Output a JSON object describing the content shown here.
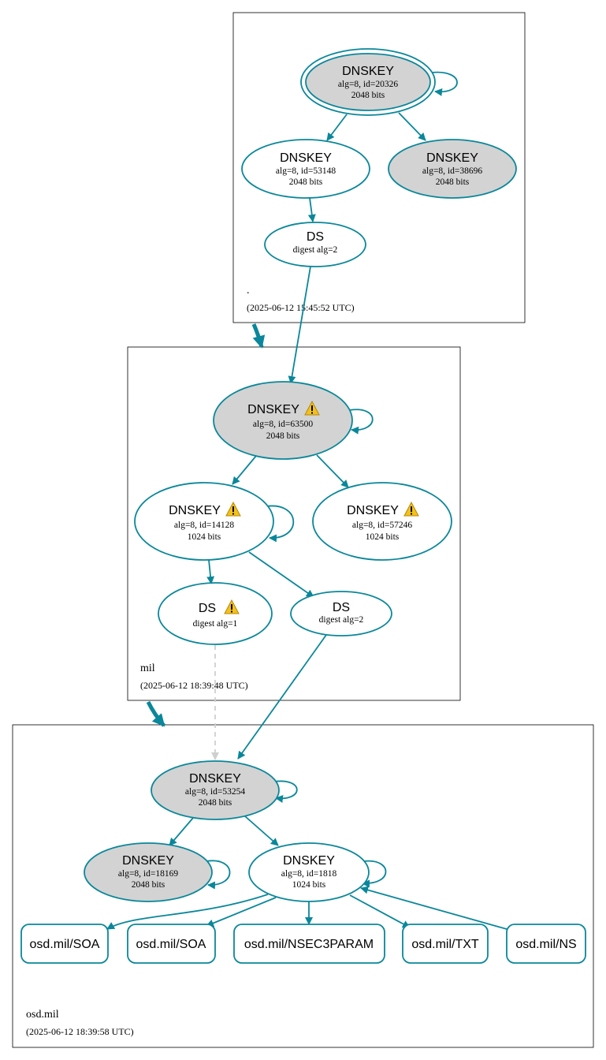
{
  "colors": {
    "edge": "#0a879a",
    "dashed": "#cfcfcf",
    "node_fill_gray": "#d3d3d3",
    "warning": "#f2c21b"
  },
  "zones": [
    {
      "name": ".",
      "timestamp": "(2025-06-12 15:45:52 UTC)"
    },
    {
      "name": "mil",
      "timestamp": "(2025-06-12 18:39:48 UTC)"
    },
    {
      "name": "osd.mil",
      "timestamp": "(2025-06-12 18:39:58 UTC)"
    }
  ],
  "nodes": {
    "root_ksk": {
      "title": "DNSKEY",
      "line1": "alg=8, id=20326",
      "line2": "2048 bits"
    },
    "root_zsk1": {
      "title": "DNSKEY",
      "line1": "alg=8, id=53148",
      "line2": "2048 bits"
    },
    "root_zsk2": {
      "title": "DNSKEY",
      "line1": "alg=8, id=38696",
      "line2": "2048 bits"
    },
    "root_ds": {
      "title": "DS",
      "line1": "digest alg=2"
    },
    "mil_ksk": {
      "title": "DNSKEY",
      "line1": "alg=8, id=63500",
      "line2": "2048 bits",
      "icon": "warning-icon"
    },
    "mil_zsk1": {
      "title": "DNSKEY",
      "line1": "alg=8, id=14128",
      "line2": "1024 bits",
      "icon": "warning-icon"
    },
    "mil_zsk2": {
      "title": "DNSKEY",
      "line1": "alg=8, id=57246",
      "line2": "1024 bits",
      "icon": "warning-icon"
    },
    "mil_ds1": {
      "title": "DS",
      "line1": "digest alg=1",
      "icon": "warning-icon"
    },
    "mil_ds2": {
      "title": "DS",
      "line1": "digest alg=2"
    },
    "osd_ksk": {
      "title": "DNSKEY",
      "line1": "alg=8, id=53254",
      "line2": "2048 bits"
    },
    "osd_key2": {
      "title": "DNSKEY",
      "line1": "alg=8, id=18169",
      "line2": "2048 bits"
    },
    "osd_zsk": {
      "title": "DNSKEY",
      "line1": "alg=8, id=1818",
      "line2": "1024 bits"
    }
  },
  "records": [
    "osd.mil/SOA",
    "osd.mil/SOA",
    "osd.mil/NSEC3PARAM",
    "osd.mil/TXT",
    "osd.mil/NS"
  ]
}
